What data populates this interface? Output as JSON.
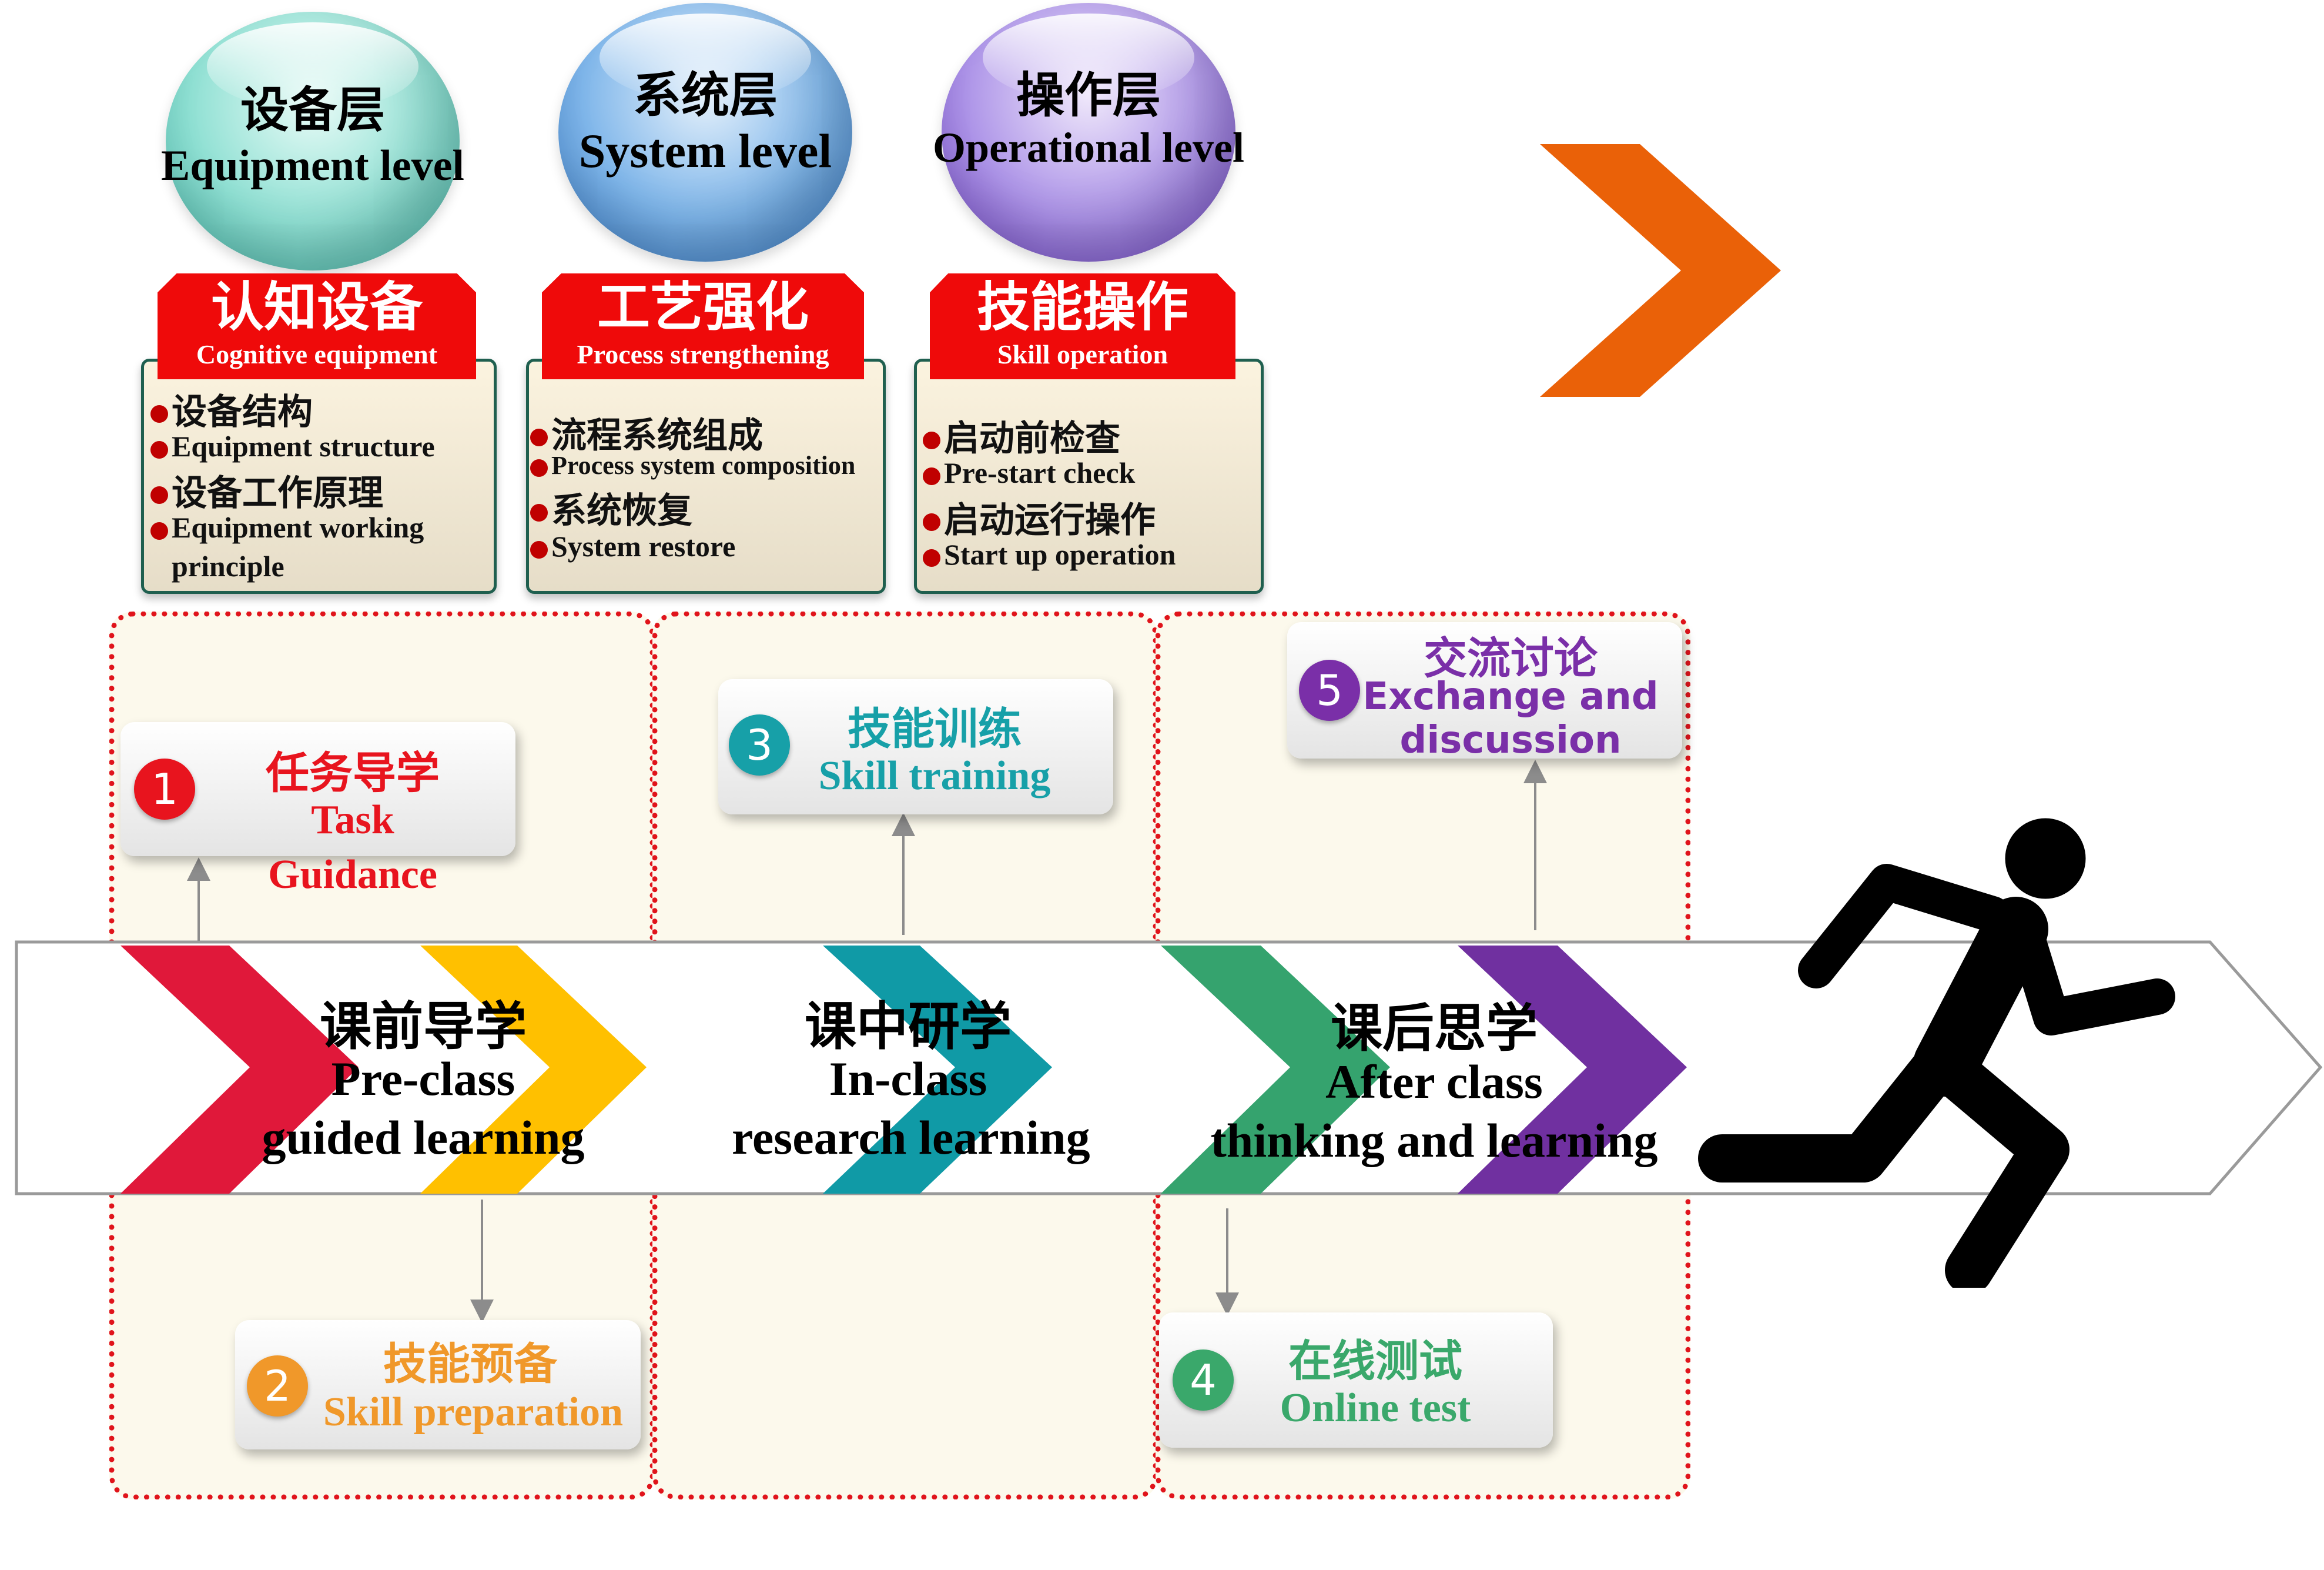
{
  "levels": [
    {
      "zh": "设备层",
      "en": "Equipment level",
      "color": "#7ad8cc"
    },
    {
      "zh": "系统层",
      "en": "System level",
      "color": "#6aa6e2"
    },
    {
      "zh": "操作层",
      "en": "Operational level",
      "color": "#9a7be0"
    }
  ],
  "cards": [
    {
      "title_zh": "认知设备",
      "title_en": "Cognitive equipment",
      "items": [
        "设备结构",
        "Equipment structure",
        "设备工作原理",
        "Equipment working",
        "principle"
      ]
    },
    {
      "title_zh": "工艺强化",
      "title_en": "Process strengthening",
      "items": [
        "流程系统组成",
        "Process system composition",
        "系统恢复",
        "System restore"
      ]
    },
    {
      "title_zh": "技能操作",
      "title_en": "Skill operation",
      "items": [
        "启动前检查",
        "Pre-start check",
        "启动运行操作",
        "Start up operation"
      ]
    }
  ],
  "phases": [
    {
      "zh": "课前导学",
      "en1": "Pre-class",
      "en2": "guided learning"
    },
    {
      "zh": "课中研学",
      "en1": "In-class",
      "en2": "research learning"
    },
    {
      "zh": "课后思学",
      "en1": "After class",
      "en2": "thinking and learning"
    }
  ],
  "steps": [
    {
      "num": "1",
      "zh": "任务导学",
      "en1": "Task",
      "en2": "Guidance",
      "color": "#e8141e"
    },
    {
      "num": "2",
      "zh": "技能预备",
      "en": "Skill preparation",
      "color": "#f0982a"
    },
    {
      "num": "3",
      "zh": "技能训练",
      "en": "Skill training",
      "color": "#17a0a8"
    },
    {
      "num": "4",
      "zh": "在线测试",
      "en": "Online test",
      "color": "#3aa86b"
    },
    {
      "num": "5",
      "zh": "交流讨论",
      "en1": "Exchange and",
      "en2": "discussion",
      "color": "#7a2fa8"
    }
  ],
  "colors": {
    "chevron_red": "#e0183a",
    "chevron_yellow": "#ffc000",
    "chevron_teal": "#109aa6",
    "chevron_green": "#35a36e",
    "chevron_purple": "#7030a0",
    "orange_arrow": "#ea6108"
  },
  "icons": [
    "running-person-icon",
    "orange-chevron-icon"
  ]
}
